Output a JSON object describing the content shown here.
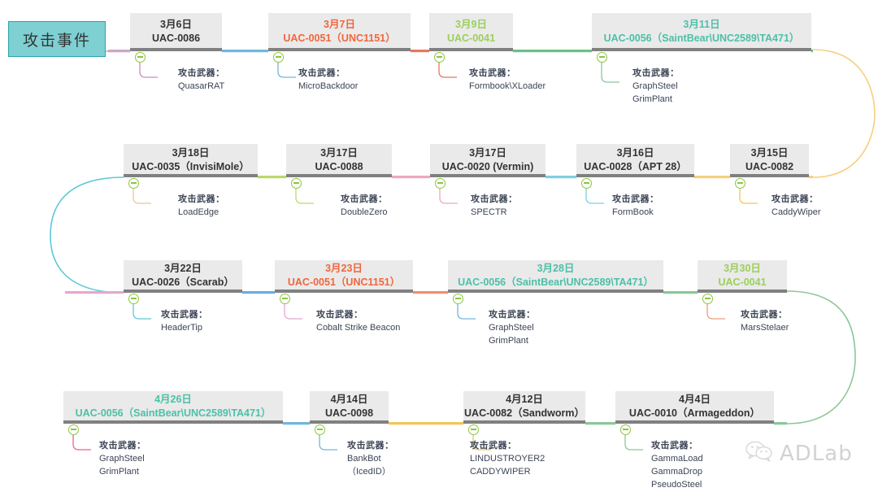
{
  "diagram": {
    "title": "攻击事件",
    "weapon_label": "攻击武器：",
    "start_node": {
      "label": "攻击事件",
      "fill": "#7ed0d2",
      "stroke": "#2aa5ad"
    },
    "node_marker_color": "#8cc63e",
    "box_fill": "#eaeaea",
    "box_bar_color": "#808080",
    "watermark": {
      "text": "ADLab",
      "icon": "wechat-icon",
      "color": "#d2d2d2"
    },
    "connector_curves": [
      {
        "name": "right-curve-row1-row2",
        "color": "#f7cf7f"
      },
      {
        "name": "left-curve-row2-row3",
        "color": "#5ec8d8"
      },
      {
        "name": "right-curve-row3-row4",
        "color": "#8cc698"
      }
    ],
    "rows": [
      {
        "name": "row-1",
        "events": [
          {
            "date": "3月6日",
            "actor": "UAC-0086",
            "title_color": "#333333",
            "segment_color": "#c9a8c8",
            "leader_color": "#c78fbd",
            "weapons": [
              "QuasarRAT"
            ]
          },
          {
            "date": "3月7日",
            "actor": "UAC-0051（UNC1151）",
            "title_color": "#f0663c",
            "segment_color": "#6fb7dd",
            "leader_color": "#6fb7dd",
            "weapons": [
              "MicroBackdoor"
            ]
          },
          {
            "date": "3月9日",
            "actor": "UAC-0041",
            "title_color": "#9ccf5a",
            "segment_color": "#e8785a",
            "leader_color": "#e8785a",
            "weapons": [
              "Formbook\\XLoader"
            ]
          },
          {
            "date": "3月11日",
            "actor": "UAC-0056（SaintBear\\UNC2589\\TA471）",
            "title_color": "#4cc0a8",
            "segment_color": "#6cbf85",
            "leader_color": "#8cc698",
            "weapons": [
              "GraphSteel",
              "GrimPlant"
            ]
          }
        ]
      },
      {
        "name": "row-2",
        "events": [
          {
            "date": "3月18日",
            "actor": "UAC-0035（InvisiMole）",
            "title_color": "#333333",
            "segment_color": "#f2cf96",
            "leader_color": "#e8c89a",
            "weapons": [
              "LoadEdge"
            ]
          },
          {
            "date": "3月17日",
            "actor": "UAC-0088",
            "title_color": "#333333",
            "segment_color": "#b9d96a",
            "leader_color": "#b9d96a",
            "weapons": [
              "DoubleZero"
            ]
          },
          {
            "date": "3月17日",
            "actor": "UAC-0020 (Vermin)",
            "title_color": "#333333",
            "segment_color": "#eda8c0",
            "leader_color": "#eda8c0",
            "weapons": [
              "SPECTR"
            ]
          },
          {
            "date": "3月16日",
            "actor": "UAC-0028（APT 28）",
            "title_color": "#333333",
            "segment_color": "#7fcfe3",
            "leader_color": "#7fcfe3",
            "weapons": [
              "FormBook"
            ]
          },
          {
            "date": "3月15日",
            "actor": "UAC-0082",
            "title_color": "#333333",
            "segment_color": "#f7cf7f",
            "leader_color": "#f2c559",
            "weapons": [
              "CaddyWiper"
            ]
          }
        ]
      },
      {
        "name": "row-3",
        "events": [
          {
            "date": "3月22日",
            "actor": "UAC-0026（Scarab）",
            "title_color": "#333333",
            "segment_color": "#e5a8d0",
            "leader_color": "#5ec8d8",
            "weapons": [
              "HeaderTip"
            ]
          },
          {
            "date": "3月23日",
            "actor": "UAC-0051（UNC1151）",
            "title_color": "#f0663c",
            "segment_color": "#6aaede",
            "leader_color": "#e7a8d4",
            "weapons": [
              "Cobalt Strike Beacon"
            ]
          },
          {
            "date": "3月28日",
            "actor": "UAC-0056（SaintBear\\UNC2589\\TA471）",
            "title_color": "#4cc0a8",
            "segment_color": "#ef8f6e",
            "leader_color": "#6fb7dd",
            "weapons": [
              "GraphSteel",
              "GrimPlant"
            ]
          },
          {
            "date": "3月30日",
            "actor": "UAC-0041",
            "title_color": "#9ccf5a",
            "segment_color": "#8cc698",
            "leader_color": "#ef9d7e",
            "weapons": [
              "MarsStelaer"
            ]
          }
        ]
      },
      {
        "name": "row-4",
        "events": [
          {
            "date": "4月26日",
            "actor": "UAC-0056（SaintBear\\UNC2589\\TA471）",
            "title_color": "#4cc0a8",
            "segment_color": "#ef5f9e",
            "leader_color": "#ef5f9e",
            "weapons": [
              "GraphSteel",
              "GrimPlant"
            ]
          },
          {
            "date": "4月14日",
            "actor": "UAC-0098",
            "title_color": "#333333",
            "segment_color": "#6fb7dd",
            "leader_color": "#6fb7dd",
            "weapons": [
              "BankBot",
              "（IcedID）"
            ]
          },
          {
            "date": "4月12日",
            "actor": "UAC-0082（Sandworm）",
            "title_color": "#333333",
            "segment_color": "#f2c559",
            "leader_color": "#f2c559",
            "weapons": [
              "LINDUSTROYER2",
              "CADDYWIPER"
            ]
          },
          {
            "date": "4月4日",
            "actor": "UAC-0010（Armageddon）",
            "title_color": "#333333",
            "segment_color": "#8cc698",
            "leader_color": "#8cc698",
            "weapons": [
              "GammaLoad",
              "GammaDrop",
              "PseudoSteel"
            ]
          }
        ]
      }
    ]
  }
}
